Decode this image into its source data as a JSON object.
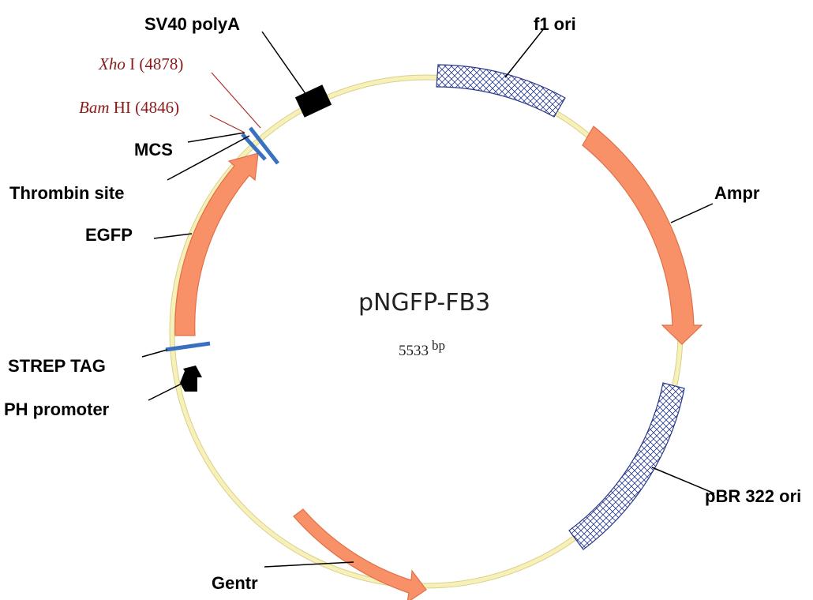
{
  "plasmid": {
    "name": "pNGFP-FB3",
    "size_value": "5533",
    "size_unit": "bp"
  },
  "features": {
    "sv40_polya": "SV40 polyA",
    "f1_ori": "f1 ori",
    "xho": {
      "name": "Xho",
      "suffix": " I (4878)"
    },
    "bam": {
      "name": "Bam",
      "suffix": " HI (4846)"
    },
    "mcs": "MCS",
    "thrombin": "Thrombin site",
    "egfp": "EGFP",
    "ampr": "Ampr",
    "strep": "STREP TAG",
    "ph_promoter": "PH promoter",
    "pbr322": "pBR 322 ori",
    "gentr": "Gentr"
  },
  "colors": {
    "backbone": "#f7f0b8",
    "backbone_outline": "#d9d08a",
    "gene": "#f89068",
    "gene_outline": "#e07048",
    "hatch": "#2a3a8a",
    "tag": "#3a70c0",
    "marker": "#000000"
  }
}
